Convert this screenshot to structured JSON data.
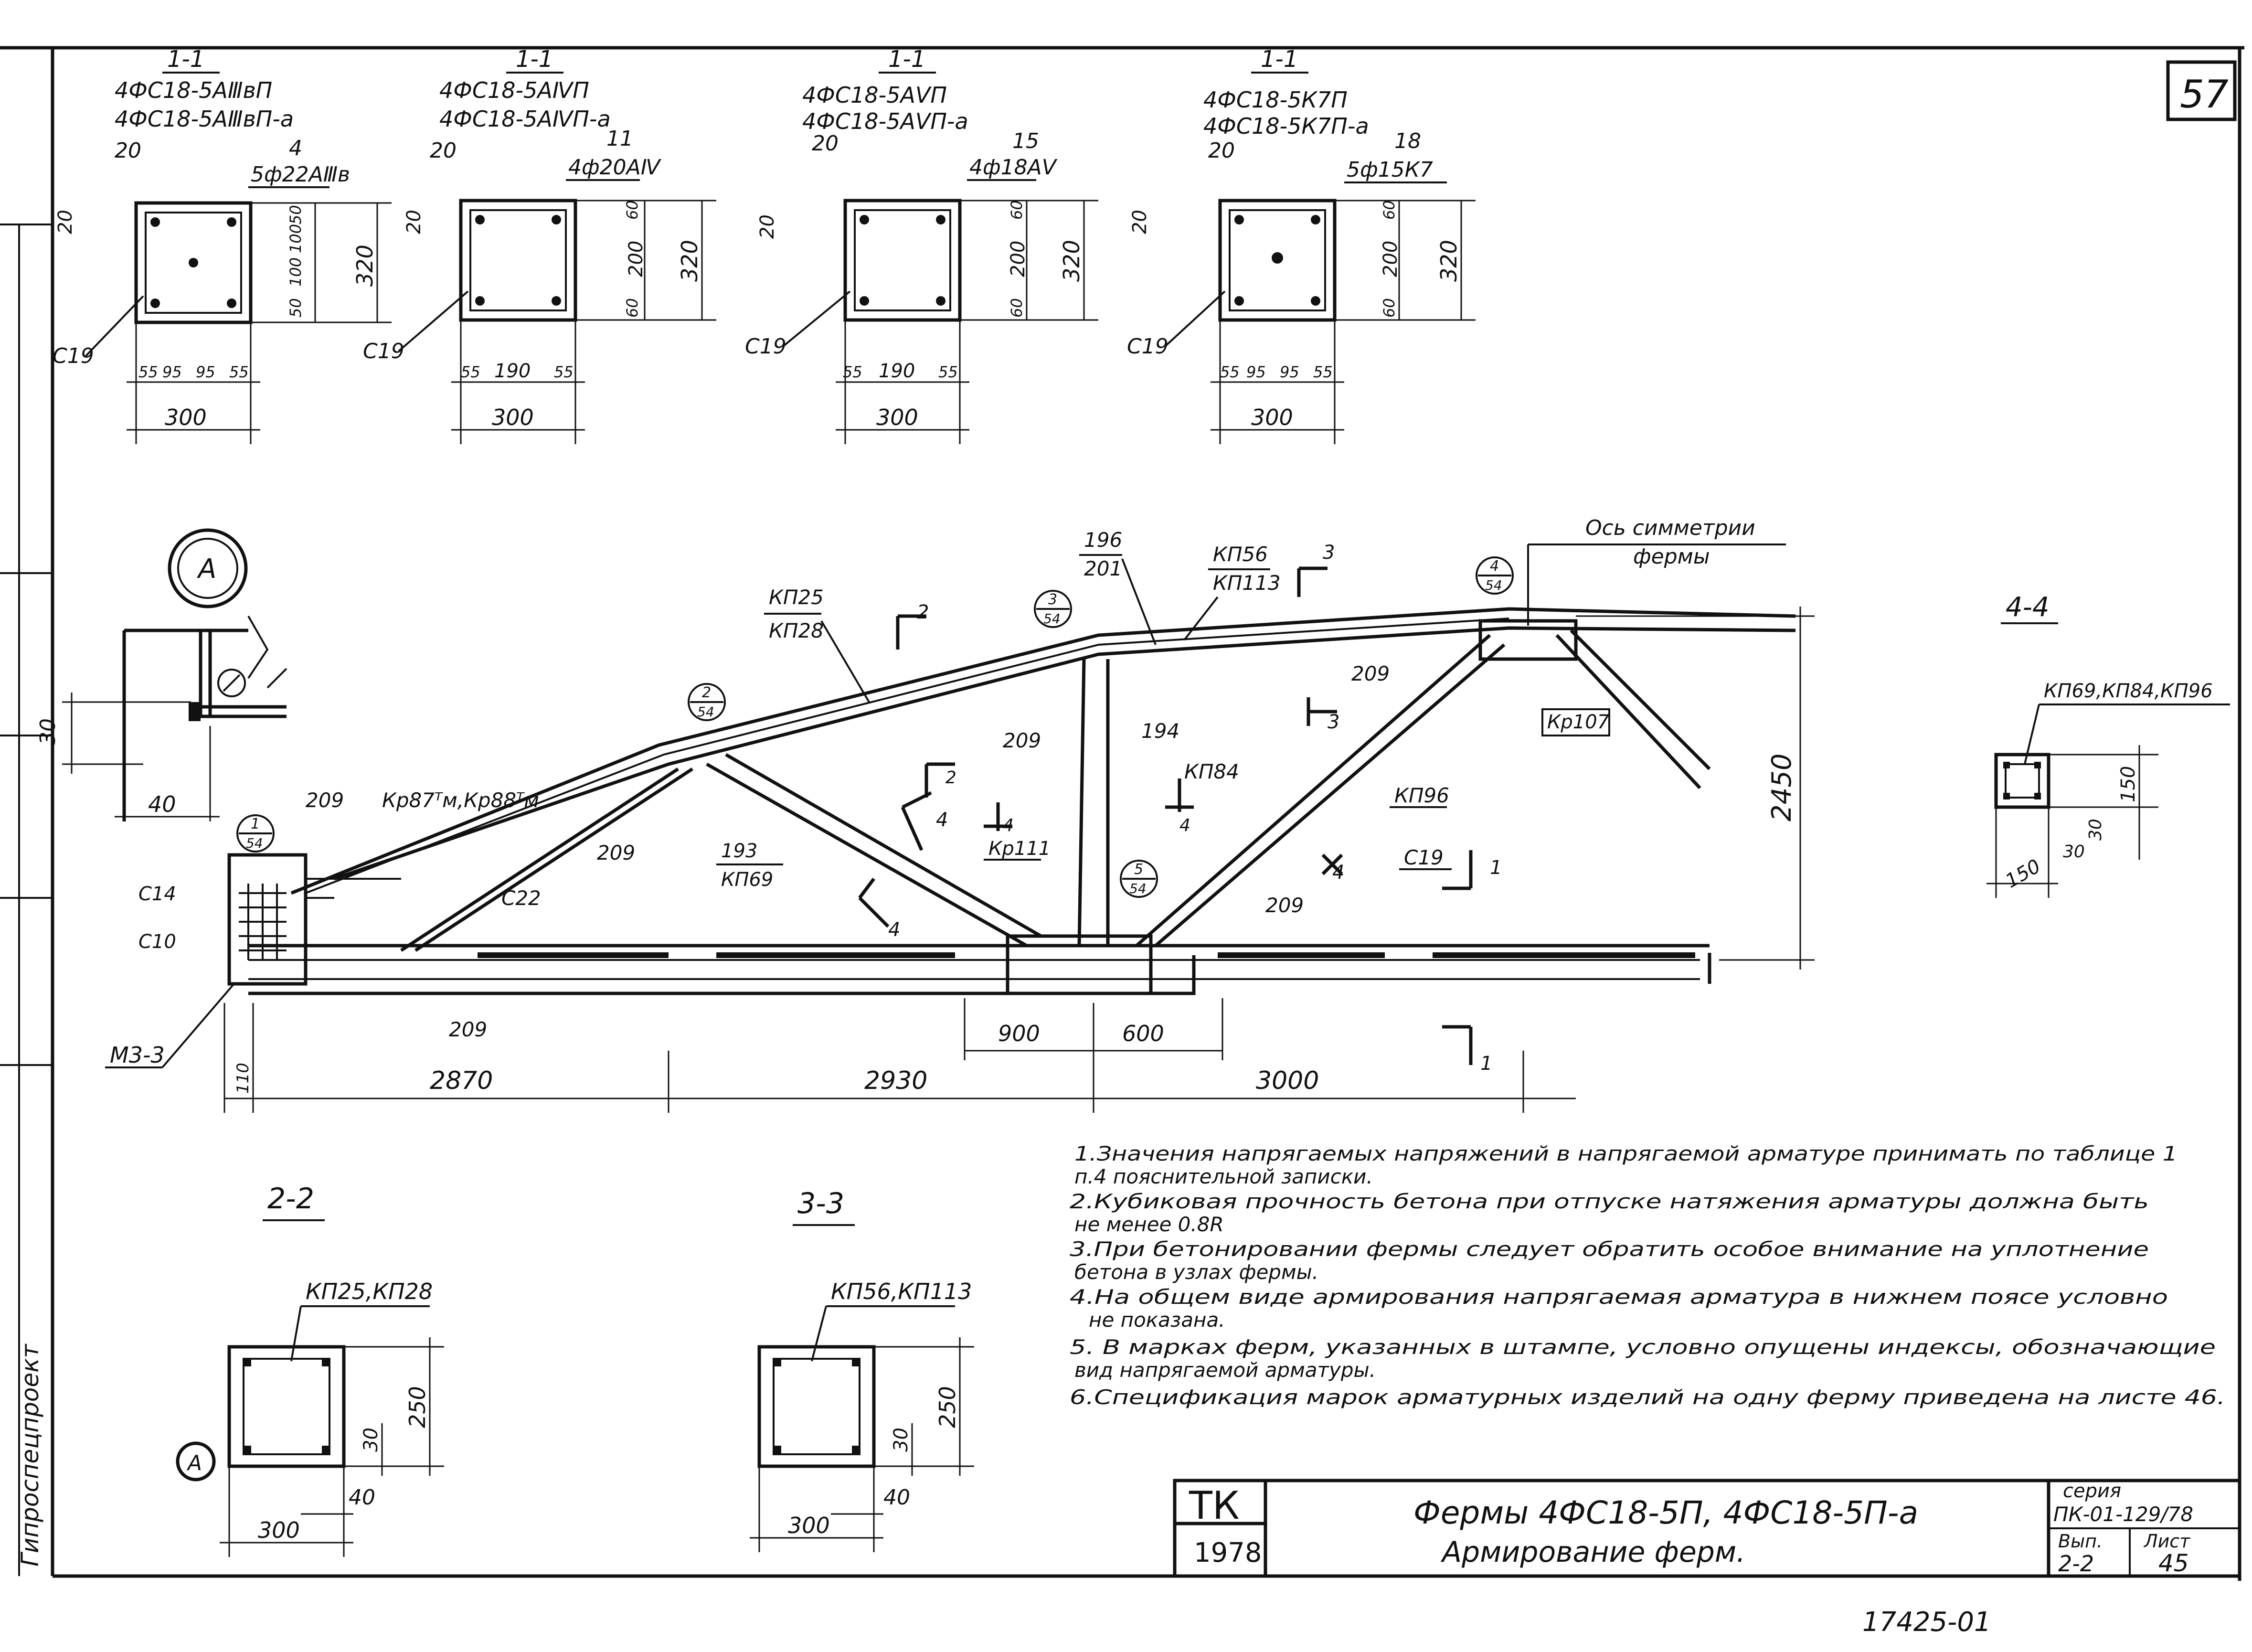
{
  "sheet_number": "57",
  "sections_1_1": [
    {
      "title": "1-1",
      "mark_1": "4ФС18-5АⅢвП",
      "mark_2": "4ФС18-5АⅢвП-а",
      "cover": "20",
      "pos": "4",
      "rebar": "5ф22АⅢв",
      "top": "20",
      "dims_v": [
        "50",
        "100",
        "100",
        "50"
      ],
      "height": "320",
      "dims_h": [
        "55",
        "95",
        "95",
        "55"
      ],
      "width": "300",
      "clip": "С19"
    },
    {
      "title": "1-1",
      "mark_1": "4ФС18-5АⅣП",
      "mark_2": "4ФС18-5АⅣП-а",
      "cover": "20",
      "pos": "11",
      "rebar": "4ф20АⅣ",
      "top": "20",
      "dims_v": [
        "60",
        "200",
        "60"
      ],
      "height": "320",
      "dims_h": [
        "55",
        "190",
        "55"
      ],
      "width": "300",
      "clip": "С19"
    },
    {
      "title": "1-1",
      "mark_1": "4ФС18-5АⅤП",
      "mark_2": "4ФС18-5АⅤП-а",
      "cover": "20",
      "pos": "15",
      "rebar": "4ф18АⅤ",
      "top": "20",
      "dims_v": [
        "60",
        "200",
        "60"
      ],
      "height": "320",
      "dims_h": [
        "55",
        "190",
        "55"
      ],
      "width": "300",
      "clip": "С19"
    },
    {
      "title": "1-1",
      "mark_1": "4ФС18-5К7П",
      "mark_2": "4ФС18-5К7П-а",
      "cover": "20",
      "pos": "18",
      "rebar": "5ф15К7",
      "top": "20",
      "dims_v": [
        "60",
        "200",
        "60"
      ],
      "height": "320",
      "dims_h": [
        "55",
        "95",
        "95",
        "55"
      ],
      "width": "300",
      "clip": "С19"
    }
  ],
  "node_a": {
    "label": "А",
    "dim_v": "30",
    "dim_h": "40"
  },
  "truss": {
    "axis_label_1": "Ось симметрии",
    "axis_label_2": "фермы",
    "height": "2450",
    "spans": [
      "2870",
      "2930",
      "3000"
    ],
    "left_end": "110",
    "sub_spans": [
      "900",
      "600"
    ],
    "callouts": [
      {
        "id": "1",
        "sheet": "54"
      },
      {
        "id": "2",
        "sheet": "54"
      },
      {
        "id": "3",
        "sheet": "54"
      },
      {
        "id": "4",
        "sheet": "54"
      },
      {
        "id": "5",
        "sheet": "54"
      }
    ],
    "labels": {
      "kp25": "КП25",
      "kp28": "КП28",
      "n196": "196",
      "n201": "201",
      "kp56": "КП56",
      "kp113": "КП113",
      "n209": "209",
      "n194": "194",
      "kp84": "КП84",
      "kp96": "КП96",
      "kr107": "Кр107",
      "kr111": "Кр111",
      "n193": "193",
      "kp69": "КП69",
      "kr87": "Кр87ᵀм,Кр88ᵀм",
      "c14": "С14",
      "c10": "С10",
      "c22": "С22",
      "c19": "С19",
      "m33": "М3-3"
    },
    "section_marks": [
      "1",
      "2",
      "3",
      "4"
    ]
  },
  "section_4_4": {
    "title": "4-4",
    "mark": "КП69,КП84,КП96",
    "d1": "150",
    "d2": "30",
    "d3": "30",
    "d4": "150"
  },
  "section_2_2": {
    "title": "2-2",
    "mark": "КП25,КП28",
    "d1": "30",
    "d2": "250",
    "d3": "40",
    "width": "300",
    "node": "А"
  },
  "section_3_3": {
    "title": "3-3",
    "mark": "КП56,КП113",
    "d1": "30",
    "d2": "250",
    "d3": "40",
    "width": "300"
  },
  "notes": [
    "1.Значения напрягаемых напряжений в напрягаемой арматуре принимать по таблице 1",
    "п.4 пояснительной записки.",
    "2.Кубиковая прочность бетона при отпуске натяжения арматуры должна быть",
    "не менее 0.8R",
    "3.При бетонировании фермы следует обратить особое внимание на уплотнение",
    "бетона в узлах фермы.",
    "4.На общем виде армирования напрягаемая арматура в нижнем поясе условно",
    "не показана.",
    "5. В марках ферм, указанных в штампе, условно опущены индексы, обозначающие",
    "вид напрягаемой арматуры.",
    "6.Спецификация марок арматурных изделий на одну ферму приведена на листе 46."
  ],
  "title_block": {
    "org": "ТК",
    "year": "1978",
    "title_1": "Фермы 4ФС18-5П, 4ФС18-5П-а",
    "title_2": "Армирование ферм.",
    "series_label": "серия",
    "series_value": "ПК-01-129/78",
    "issue_label": "Вып.",
    "issue_value": "2-2",
    "sheet_label": "Лист",
    "sheet_value": "45"
  },
  "stamp_bottom": "17425-01",
  "side_text": "Гипроспецпроект"
}
